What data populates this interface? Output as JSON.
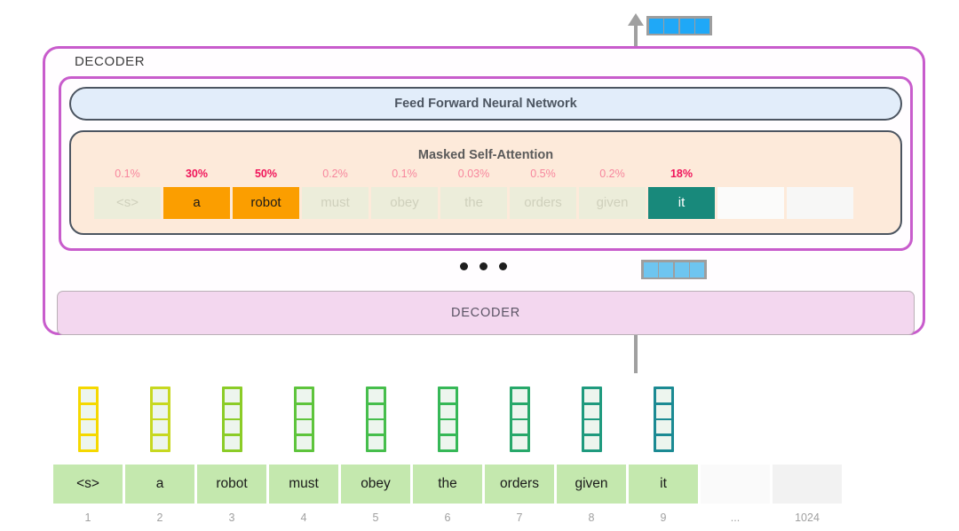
{
  "diagram": {
    "title": "DECODER",
    "outer_decoder_label": "DECODER",
    "lower_decoder_label": "DECODER",
    "feed_forward_label": "Feed Forward Neural Network",
    "masked_attention_label": "Masked Self-Attention",
    "ellipsis": "...",
    "colors": {
      "purple_border": "#c85ccc",
      "ffnn_fill": "#e2edfa",
      "attention_fill": "#fdeada",
      "lower_decoder_fill": "#f3d7ef",
      "highlight_orange": "#fb9e00",
      "highlight_teal": "#18897b",
      "percent_dim": "#f7869d",
      "percent_bright": "#f0145a",
      "token_green": "#c4e8ae",
      "output_blue_top": "#1fa8f7",
      "output_blue_mid": "#6ec5f0",
      "arrow_gray": "#a0a0a0"
    }
  },
  "output_vectors": {
    "top": {
      "name": "output-vector-top",
      "cells": 4,
      "color": "#1fa8f7"
    },
    "middle": {
      "name": "output-vector-middle",
      "cells": 4,
      "color": "#6ec5f0"
    }
  },
  "attention": {
    "columns": [
      {
        "percent": "0.1%",
        "highlight": false,
        "token": "<s>",
        "state": "dim"
      },
      {
        "percent": "30%",
        "highlight": true,
        "token": "a",
        "state": "orange"
      },
      {
        "percent": "50%",
        "highlight": true,
        "token": "robot",
        "state": "orange"
      },
      {
        "percent": "0.2%",
        "highlight": false,
        "token": "must",
        "state": "dim"
      },
      {
        "percent": "0.1%",
        "highlight": false,
        "token": "obey",
        "state": "dim"
      },
      {
        "percent": "0.03%",
        "highlight": false,
        "token": "the",
        "state": "dim"
      },
      {
        "percent": "0.5%",
        "highlight": false,
        "token": "orders",
        "state": "dim"
      },
      {
        "percent": "0.2%",
        "highlight": false,
        "token": "given",
        "state": "dim"
      },
      {
        "percent": "18%",
        "highlight": true,
        "token": "it",
        "state": "teal"
      },
      {
        "percent": "",
        "highlight": false,
        "token": "",
        "state": "blank"
      },
      {
        "percent": "",
        "highlight": false,
        "token": "",
        "state": "blank2"
      }
    ]
  },
  "input_sequence": {
    "tokens": [
      {
        "token": "<s>",
        "index": "1",
        "state": "green",
        "embed_color": "#f5d800"
      },
      {
        "token": "a",
        "index": "2",
        "state": "green",
        "embed_color": "#c7d820"
      },
      {
        "token": "robot",
        "index": "3",
        "state": "green",
        "embed_color": "#8bcc27"
      },
      {
        "token": "must",
        "index": "4",
        "state": "green",
        "embed_color": "#5ec43c"
      },
      {
        "token": "obey",
        "index": "5",
        "state": "green",
        "embed_color": "#46be4c"
      },
      {
        "token": "the",
        "index": "6",
        "state": "green",
        "embed_color": "#36b857"
      },
      {
        "token": "orders",
        "index": "7",
        "state": "green",
        "embed_color": "#27a86a"
      },
      {
        "token": "given",
        "index": "8",
        "state": "green",
        "embed_color": "#1f9a7e"
      },
      {
        "token": "it",
        "index": "9",
        "state": "green",
        "embed_color": "#1b8a93"
      },
      {
        "token": "",
        "index": "...",
        "state": "blank",
        "embed_color": ""
      },
      {
        "token": "",
        "index": "1024",
        "state": "blank2",
        "embed_color": ""
      }
    ]
  }
}
